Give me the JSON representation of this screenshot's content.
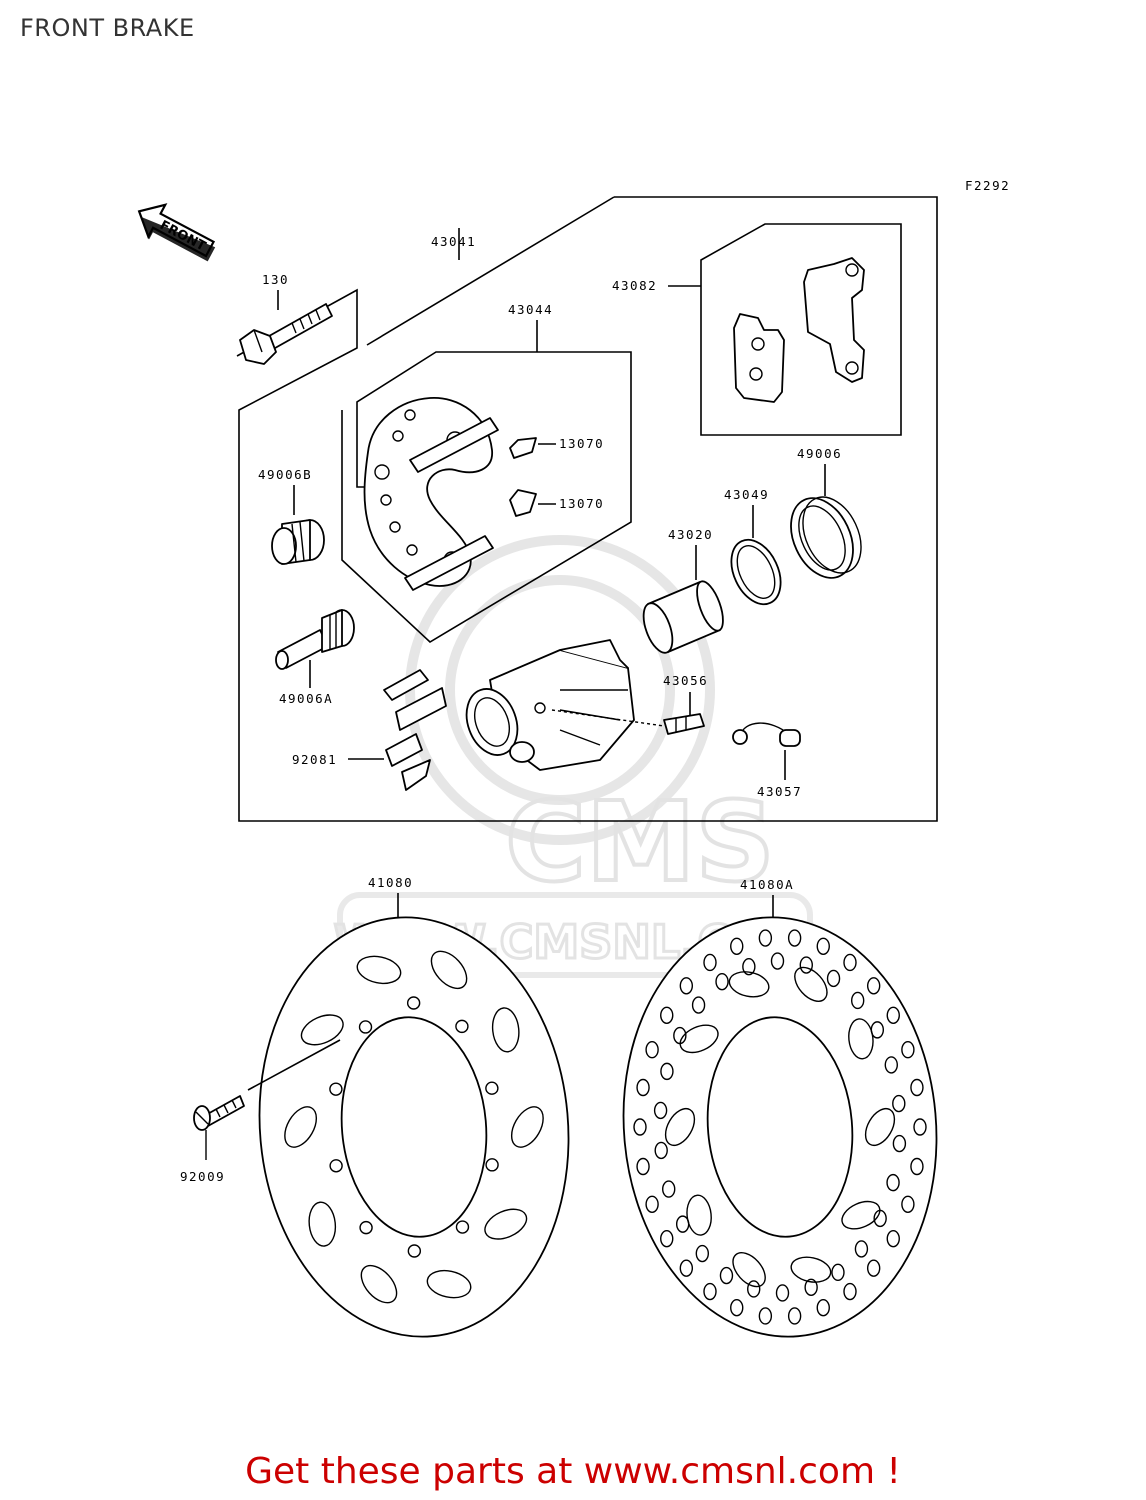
{
  "page": {
    "title": "FRONT BRAKE",
    "figure_code": "F2292"
  },
  "front_arrow": {
    "label": "FRONT"
  },
  "watermark": {
    "brand": "CMS",
    "url": "WWW.CMSNL.COM"
  },
  "parts": {
    "p43041": "43041",
    "p130": "130",
    "p43044": "43044",
    "p43082": "43082",
    "p13070a": "13070",
    "p13070b": "13070",
    "p49006B": "49006B",
    "p49006": "49006",
    "p43049": "43049",
    "p43020": "43020",
    "p49006A": "49006A",
    "p43056": "43056",
    "p92081": "92081",
    "p43057": "43057",
    "p41080": "41080",
    "p41080A": "41080A",
    "p92009": "92009"
  },
  "banner": {
    "text": "Get these parts at www.cmsnl.com !"
  }
}
